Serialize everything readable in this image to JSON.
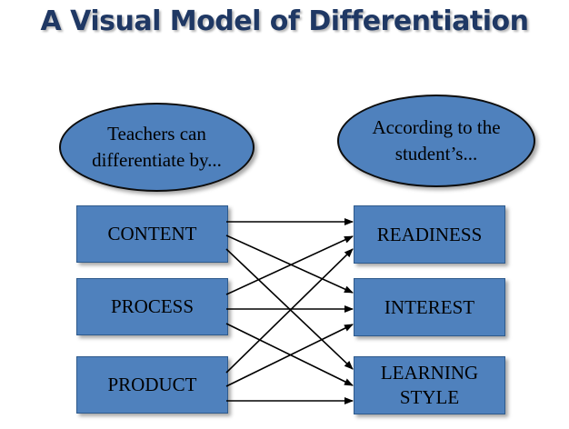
{
  "title": "A Visual Model of Differentiation",
  "left_header": [
    "Teachers can",
    "differentiate by..."
  ],
  "right_header": [
    "According to the",
    "student’s..."
  ],
  "left_items": [
    "CONTENT",
    "PROCESS",
    "PRODUCT"
  ],
  "right_items": [
    "READINESS",
    "INTEREST",
    "LEARNING STYLE"
  ],
  "colors": {
    "title": "#1f3864",
    "fill": "#4f81bd",
    "arrow": "#000000"
  },
  "connections": [
    {
      "from": "CONTENT",
      "to": "READINESS"
    },
    {
      "from": "CONTENT",
      "to": "INTEREST"
    },
    {
      "from": "CONTENT",
      "to": "LEARNING STYLE"
    },
    {
      "from": "PROCESS",
      "to": "READINESS"
    },
    {
      "from": "PROCESS",
      "to": "INTEREST"
    },
    {
      "from": "PROCESS",
      "to": "LEARNING STYLE"
    },
    {
      "from": "PRODUCT",
      "to": "READINESS"
    },
    {
      "from": "PRODUCT",
      "to": "INTEREST"
    },
    {
      "from": "PRODUCT",
      "to": "LEARNING STYLE"
    }
  ]
}
